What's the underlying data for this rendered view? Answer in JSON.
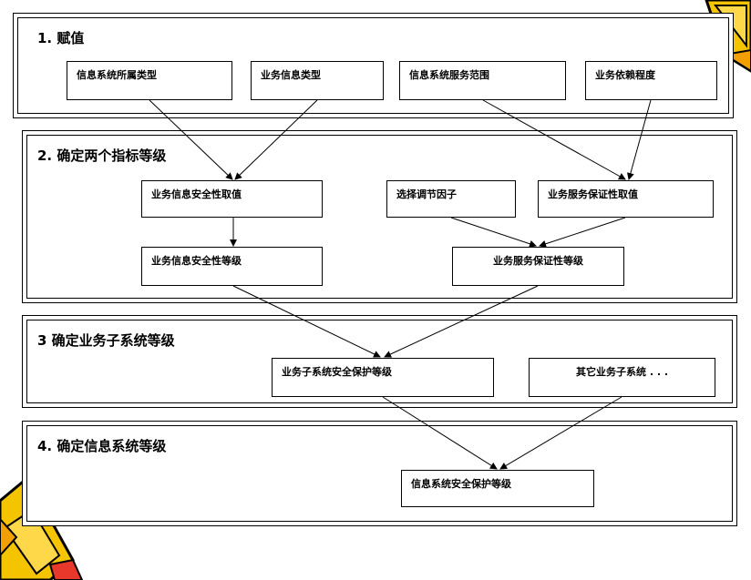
{
  "panels": {
    "p1": {
      "title": "1. 赋值"
    },
    "p2": {
      "title": "2. 确定两个指标等级"
    },
    "p3": {
      "title": "3  确定业务子系统等级"
    },
    "p4": {
      "title": "4. 确定信息系统等级"
    }
  },
  "boxes": {
    "info_system_type": "信息系统所属类型",
    "business_info_type": "业务信息类型",
    "info_system_service_scope": "信息系统服务范围",
    "business_dependency": "业务依赖程度",
    "business_info_security_value": "业务信息安全性取值",
    "select_adjust_factor": "选择调节因子",
    "business_service_assurance_value": "业务服务保证性取值",
    "business_info_security_level": "业务信息安全性等级",
    "business_service_assurance_level": "业务服务保证性等级",
    "subsystem_protection_level": "业务子系统安全保护等级",
    "other_subsystems": "其它业务子系统  . . .",
    "info_system_protection_level": "信息系统安全保护等级"
  },
  "colors": {
    "pencil_body": "#F5C400",
    "pencil_outline": "#000000",
    "pencil_tip": "#E8382B"
  }
}
